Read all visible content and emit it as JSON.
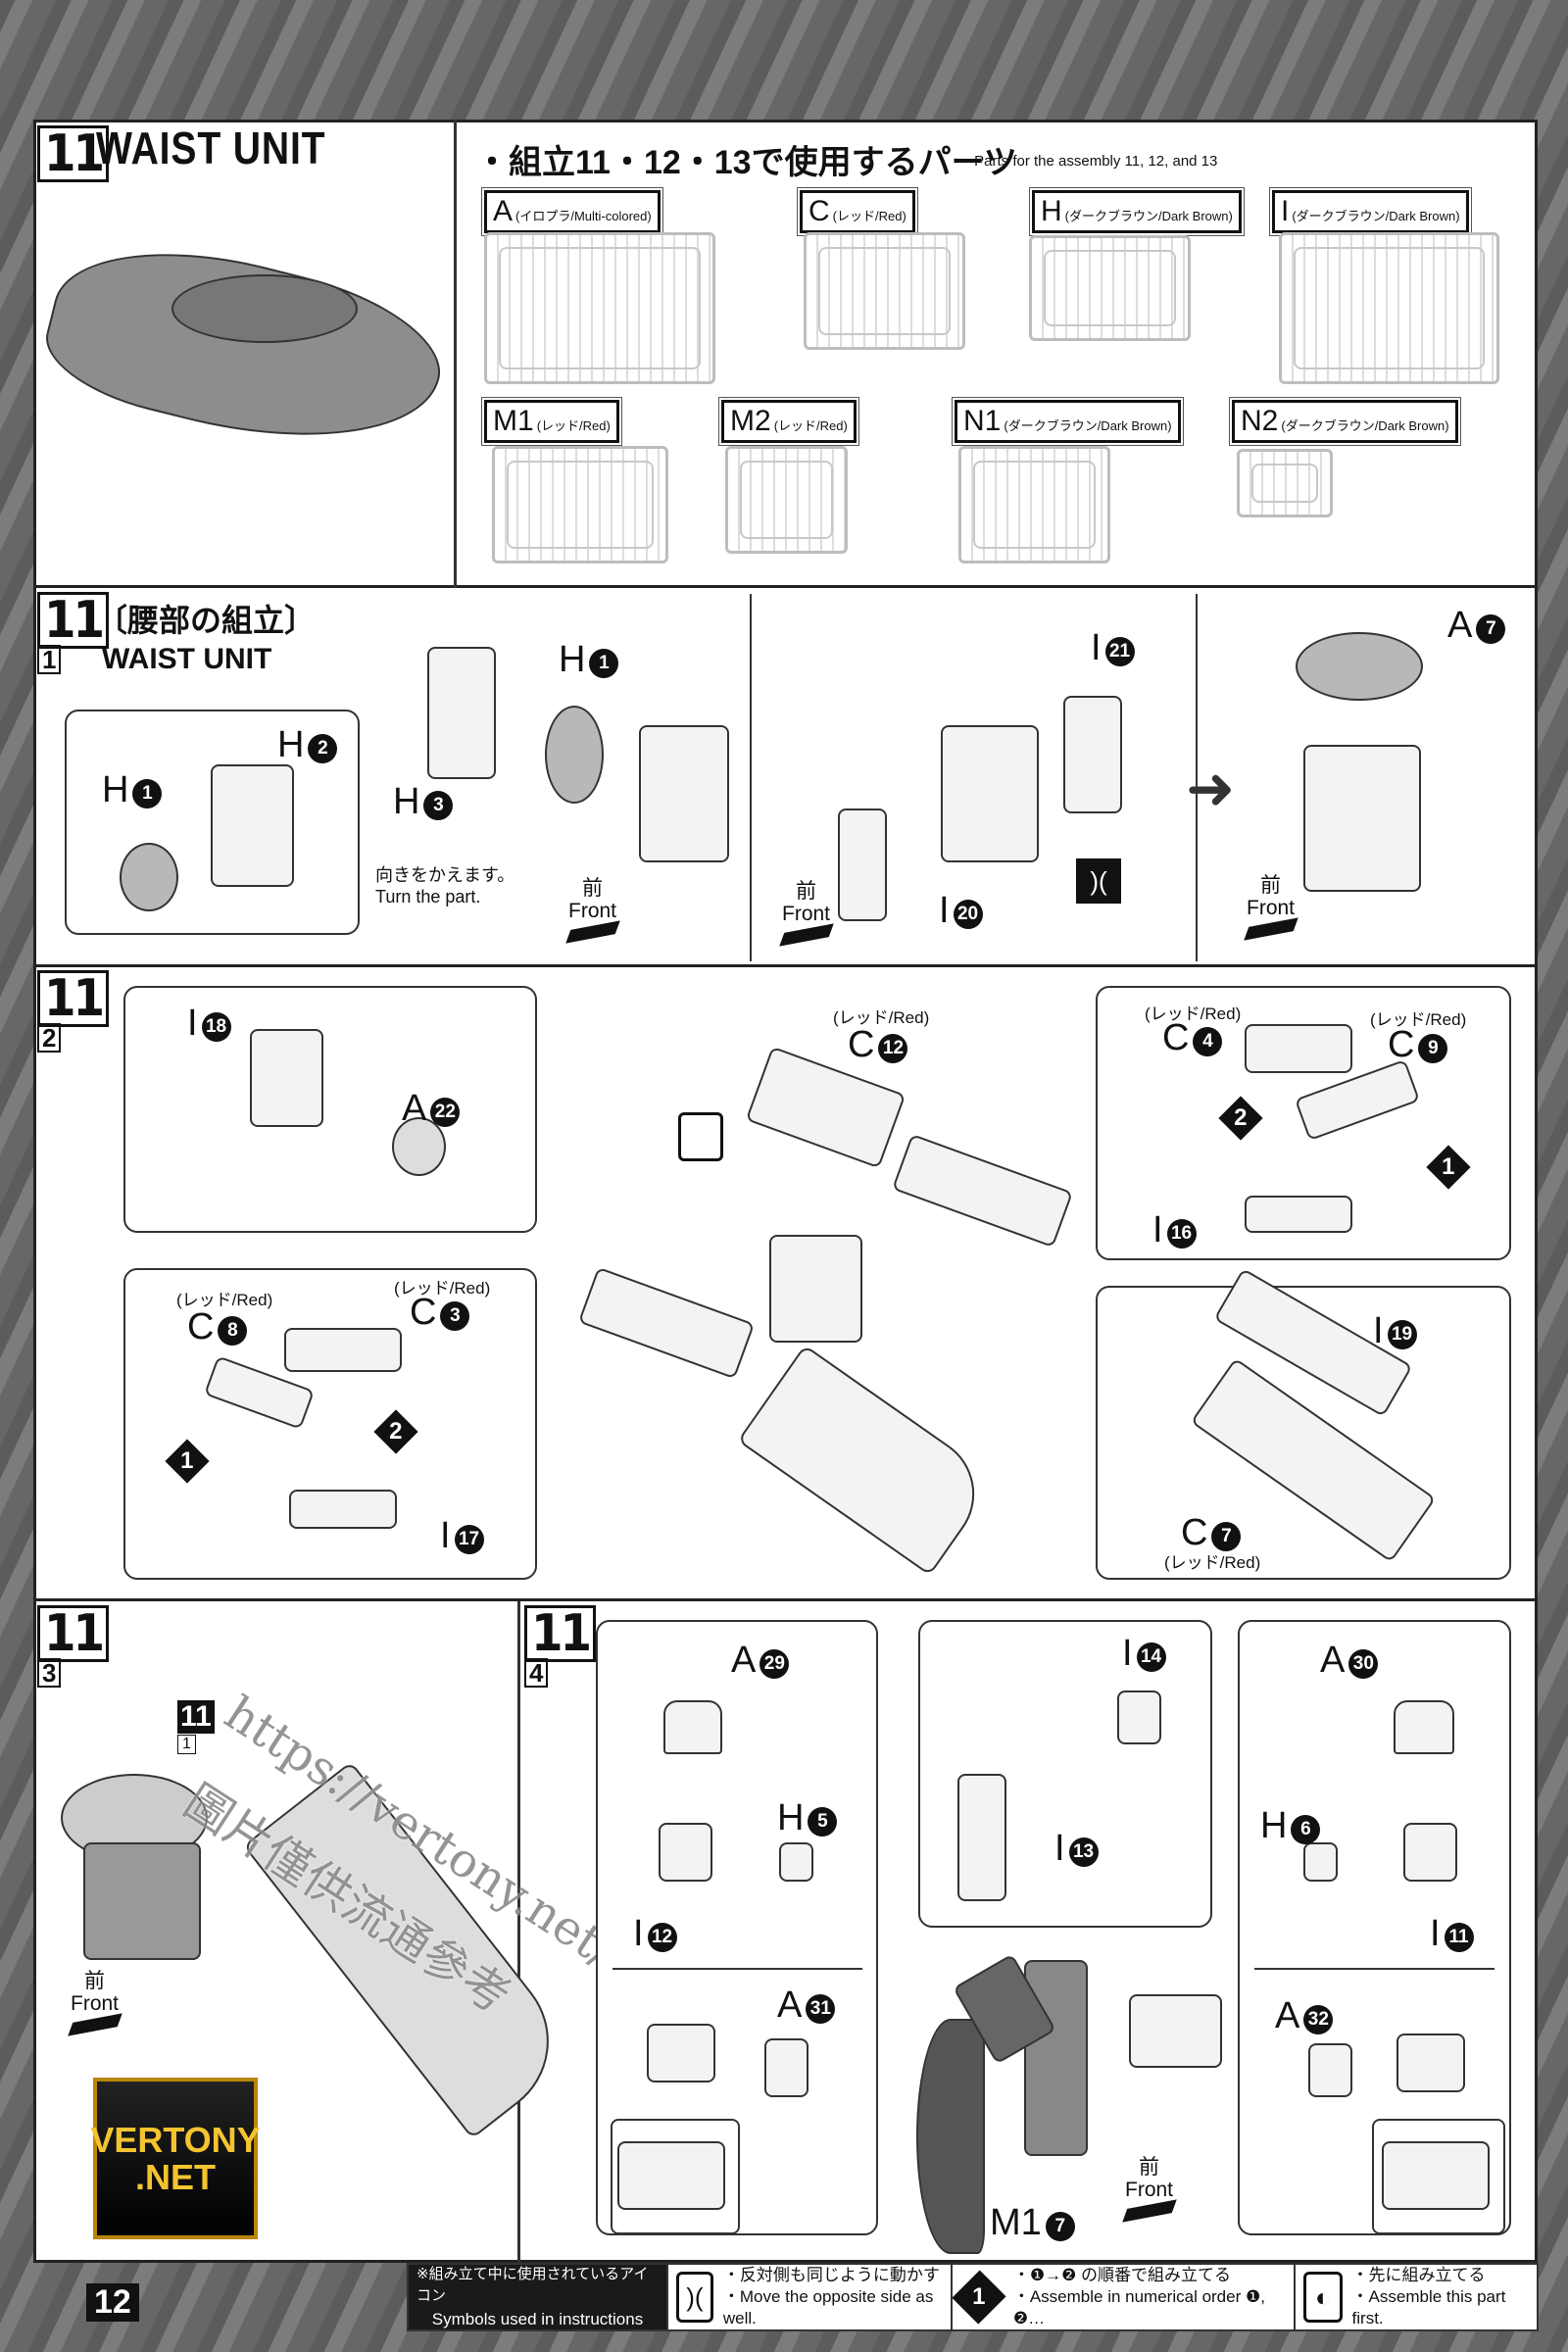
{
  "header": {
    "step": "11",
    "title": "WAIST UNIT",
    "parts_heading": "・組立11・12・13で使用するパーツ",
    "parts_heading_en": "- Parts for the assembly 11, 12, and 13",
    "runners": [
      {
        "letter": "A",
        "color": "(イロプラ/Multi-colored)"
      },
      {
        "letter": "C",
        "color": "(レッド/Red)"
      },
      {
        "letter": "H",
        "color": "(ダークブラウン/Dark Brown)"
      },
      {
        "letter": "I",
        "color": "(ダークブラウン/Dark Brown)"
      },
      {
        "letter": "M1",
        "color": "(レッド/Red)"
      },
      {
        "letter": "M2",
        "color": "(レッド/Red)"
      },
      {
        "letter": "N1",
        "color": "(ダークブラウン/Dark Brown)"
      },
      {
        "letter": "N2",
        "color": "(ダークブラウン/Dark Brown)"
      }
    ]
  },
  "step1": {
    "num": "11",
    "sub": "1",
    "title_jp": "〔腰部の組立〕",
    "title_en": "WAIST UNIT",
    "note_jp": "向きをかえます。",
    "note_en": "Turn the part.",
    "front_jp": "前",
    "front_en": "Front",
    "callouts": [
      [
        "H",
        "1"
      ],
      [
        "H",
        "2"
      ],
      [
        "H",
        "3"
      ],
      [
        "H",
        "1"
      ],
      [
        "I",
        "21"
      ],
      [
        "I",
        "20"
      ],
      [
        "A",
        "7"
      ]
    ]
  },
  "step2": {
    "num": "11",
    "sub": "2",
    "red_label": "(レッド/Red)",
    "callouts": [
      [
        "I",
        "18"
      ],
      [
        "A",
        "22"
      ],
      [
        "C",
        "12"
      ],
      [
        "C",
        "4"
      ],
      [
        "C",
        "9"
      ],
      [
        "I",
        "16"
      ],
      [
        "C",
        "8"
      ],
      [
        "C",
        "3"
      ],
      [
        "I",
        "17"
      ],
      [
        "I",
        "19"
      ],
      [
        "C",
        "7"
      ]
    ],
    "order": [
      "1",
      "2"
    ]
  },
  "step3": {
    "num": "11",
    "sub": "3",
    "ref_num": "11",
    "ref_sub": "1",
    "front_jp": "前",
    "front_en": "Front"
  },
  "step4": {
    "num": "11",
    "sub": "4",
    "front_jp": "前",
    "front_en": "Front",
    "callouts": [
      [
        "A",
        "29"
      ],
      [
        "H",
        "5"
      ],
      [
        "I",
        "12"
      ],
      [
        "I",
        "14"
      ],
      [
        "I",
        "13"
      ],
      [
        "A",
        "30"
      ],
      [
        "H",
        "6"
      ],
      [
        "I",
        "11"
      ],
      [
        "A",
        "31"
      ],
      [
        "A",
        "32"
      ],
      [
        "M1",
        "7"
      ]
    ]
  },
  "watermark": {
    "url": "https://vertony.net/",
    "text": "圖片僅供流通參考"
  },
  "logo": {
    "line1": "VERTONY",
    "line2": ".NET"
  },
  "footer": {
    "label_jp": "※組み立て中に使用されているアイコン",
    "label_en": "Symbols used in instructions",
    "symbols": [
      {
        "icon": "opposite-side-icon",
        "jp": "・反対側も同じように動かす",
        "en": "・Move the opposite side as well."
      },
      {
        "icon": "numbered-order-icon",
        "jp": "・❶→❷ の順番で組み立てる",
        "en": "・Assemble in numerical order ❶, ❷…"
      },
      {
        "icon": "assemble-first-icon",
        "jp": "・先に組み立てる",
        "en": "・Assemble this part first."
      }
    ]
  },
  "page_number": "12",
  "colors": {
    "ink": "#111111",
    "panel": "#ffffff",
    "background": "#6e6e6e"
  }
}
